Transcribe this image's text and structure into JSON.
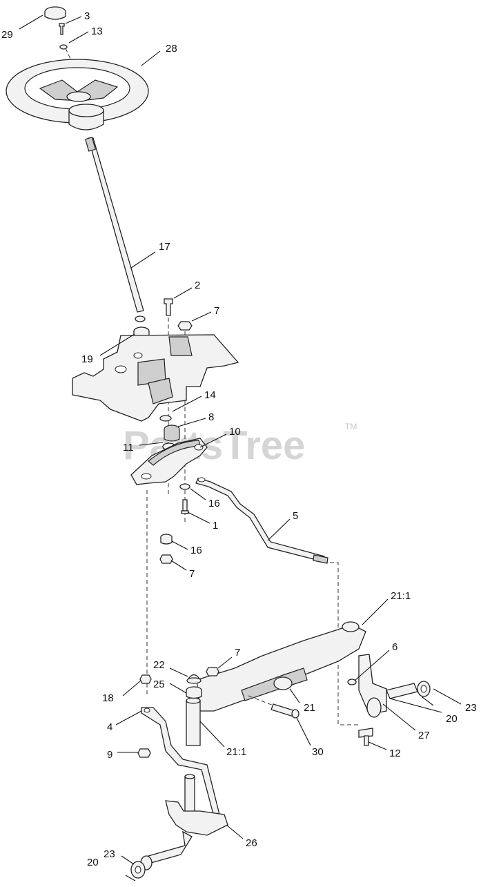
{
  "watermark": {
    "text": "PartsTree",
    "tm": "TM"
  },
  "callouts": {
    "c29": "29",
    "c3": "3",
    "c13": "13",
    "c28": "28",
    "c17": "17",
    "c2": "2",
    "c7a": "7",
    "c19": "19",
    "c14": "14",
    "c8": "8",
    "c11": "11",
    "c10": "10",
    "c16a": "16",
    "c1": "1",
    "c5": "5",
    "c16b": "16",
    "c7b": "7",
    "c21a": "21:1",
    "c6": "6",
    "c7c": "7",
    "c22": "22",
    "c25": "25",
    "c18": "18",
    "c21b": "21",
    "c23a": "23",
    "c20a": "20",
    "c4": "4",
    "c27": "27",
    "c21c": "21:1",
    "c30": "30",
    "c12": "12",
    "c9": "9",
    "c26": "26",
    "c23b": "23",
    "c20b": "20"
  }
}
